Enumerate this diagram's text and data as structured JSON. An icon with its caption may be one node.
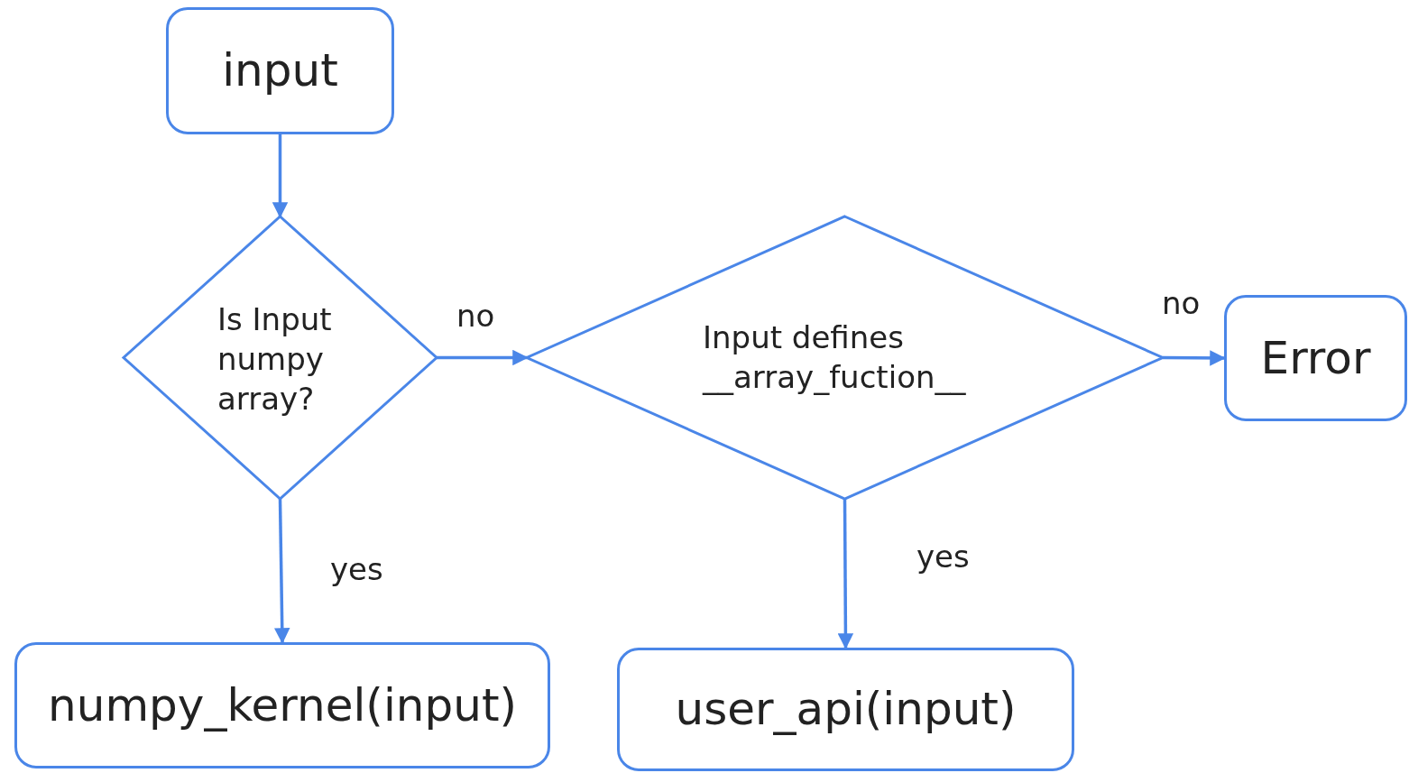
{
  "diagram": {
    "nodes": [
      {
        "text": [
          "input"
        ]
      },
      {
        "text": [
          "Is Input numpy array?"
        ]
      },
      {
        "text": [
          "Input defines __array_fuction__"
        ]
      },
      {
        "text": [
          "Error"
        ]
      },
      {
        "text": [
          "numpy_kernel(input)"
        ]
      },
      {
        "text": [
          "user_api(input)"
        ]
      }
    ],
    "edges": [
      {
        "from": 0,
        "to": 1,
        "arrow": "to"
      },
      {
        "from": 1,
        "to": 2,
        "arrow": "to",
        "label": "no"
      },
      {
        "from": 2,
        "to": 3,
        "arrow": "to",
        "label": "no"
      },
      {
        "from": 1,
        "to": 4,
        "arrow": "to",
        "label": "yes"
      },
      {
        "from": 2,
        "to": 5,
        "arrow": "to",
        "label": "yes"
      }
    ]
  }
}
